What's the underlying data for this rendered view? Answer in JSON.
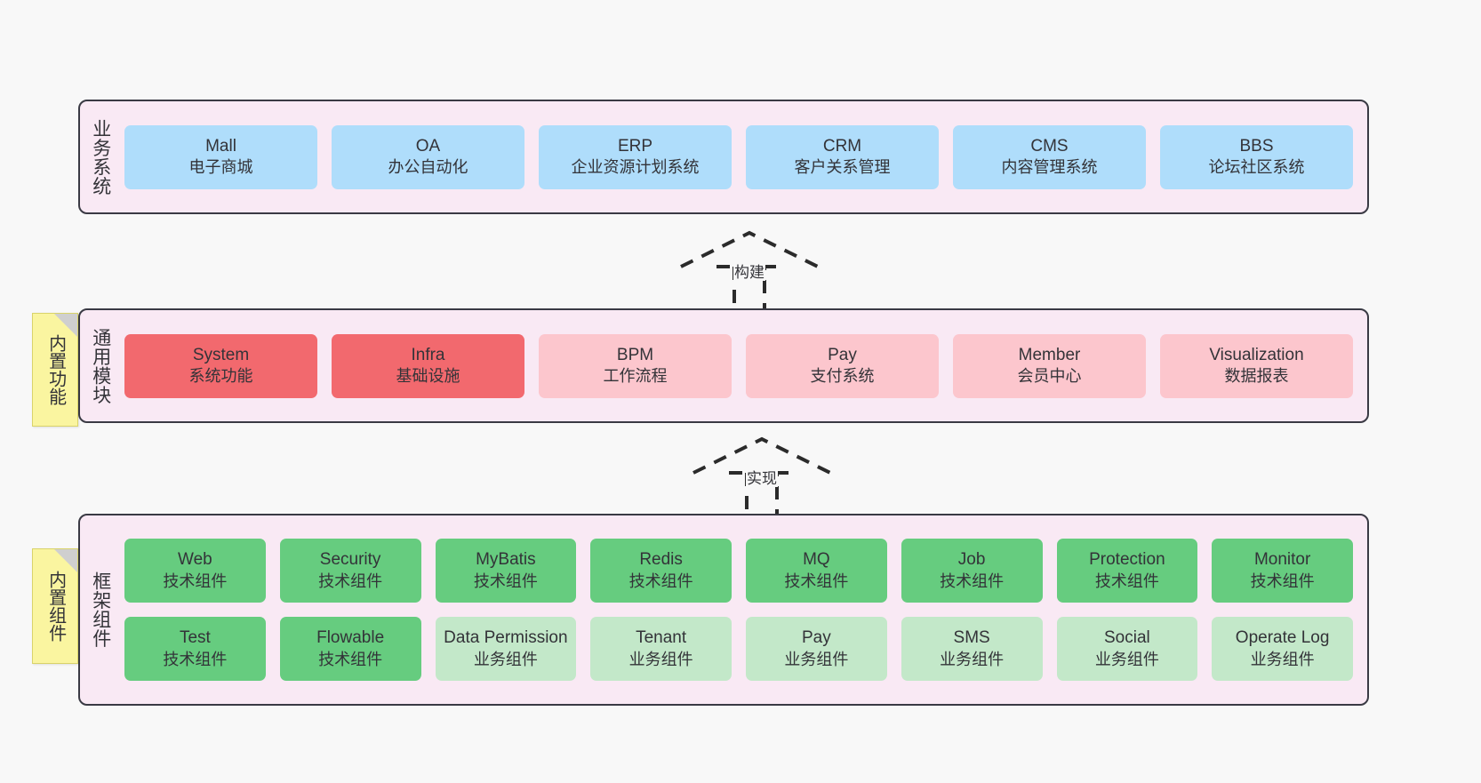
{
  "canvas": {
    "background": "#F8F8F8",
    "border_color": "#3A3A44",
    "panel_fill": "#F9E9F4"
  },
  "notes": [
    {
      "name": "builtin-function",
      "text": "内置功能",
      "color": "#FAF5A0"
    },
    {
      "name": "builtin-component",
      "text": "内置组件",
      "color": "#FAF5A0"
    }
  ],
  "connectors": [
    {
      "name": "build",
      "label": "构建",
      "style": "dashed-hollow-triangle-up"
    },
    {
      "name": "implement",
      "label": "实现",
      "style": "dashed-hollow-triangle-up"
    }
  ],
  "layers": [
    {
      "id": "business",
      "title": "业务系统",
      "color": "#AFDDFB",
      "rows": [
        [
          {
            "name": "Mall",
            "title": "Mall",
            "subtitle": "电子商城",
            "color": "#AFDDFB"
          },
          {
            "name": "OA",
            "title": "OA",
            "subtitle": "办公自动化",
            "color": "#AFDDFB"
          },
          {
            "name": "ERP",
            "title": "ERP",
            "subtitle": "企业资源计划系统",
            "color": "#AFDDFB"
          },
          {
            "name": "CRM",
            "title": "CRM",
            "subtitle": "客户关系管理",
            "color": "#AFDDFB"
          },
          {
            "name": "CMS",
            "title": "CMS",
            "subtitle": "内容管理系统",
            "color": "#AFDDFB"
          },
          {
            "name": "BBS",
            "title": "BBS",
            "subtitle": "论坛社区系统",
            "color": "#AFDDFB"
          }
        ]
      ]
    },
    {
      "id": "common",
      "title": "通用模块",
      "rows": [
        [
          {
            "name": "System",
            "title": "System",
            "subtitle": "系统功能",
            "color": "#F2696E"
          },
          {
            "name": "Infra",
            "title": "Infra",
            "subtitle": "基础设施",
            "color": "#F2696E"
          },
          {
            "name": "BPM",
            "title": "BPM",
            "subtitle": "工作流程",
            "color": "#FCC6CD"
          },
          {
            "name": "Pay",
            "title": "Pay",
            "subtitle": "支付系统",
            "color": "#FCC6CD"
          },
          {
            "name": "Member",
            "title": "Member",
            "subtitle": "会员中心",
            "color": "#FCC6CD"
          },
          {
            "name": "Visualization",
            "title": "Visualization",
            "subtitle": "数据报表",
            "color": "#FCC6CD"
          }
        ]
      ]
    },
    {
      "id": "framework",
      "title": "框架组件",
      "rows": [
        [
          {
            "name": "Web",
            "title": "Web",
            "subtitle": "技术组件",
            "color": "#66CC7F"
          },
          {
            "name": "Security",
            "title": "Security",
            "subtitle": "技术组件",
            "color": "#66CC7F"
          },
          {
            "name": "MyBatis",
            "title": "MyBatis",
            "subtitle": "技术组件",
            "color": "#66CC7F"
          },
          {
            "name": "Redis",
            "title": "Redis",
            "subtitle": "技术组件",
            "color": "#66CC7F"
          },
          {
            "name": "MQ",
            "title": "MQ",
            "subtitle": "技术组件",
            "color": "#66CC7F"
          },
          {
            "name": "Job",
            "title": "Job",
            "subtitle": "技术组件",
            "color": "#66CC7F"
          },
          {
            "name": "Protection",
            "title": "Protection",
            "subtitle": "技术组件",
            "color": "#66CC7F"
          },
          {
            "name": "Monitor",
            "title": "Monitor",
            "subtitle": "技术组件",
            "color": "#66CC7F"
          }
        ],
        [
          {
            "name": "Test",
            "title": "Test",
            "subtitle": "技术组件",
            "color": "#66CC7F"
          },
          {
            "name": "Flowable",
            "title": "Flowable",
            "subtitle": "技术组件",
            "color": "#66CC7F"
          },
          {
            "name": "Data Permission",
            "title": "Data Permission",
            "subtitle": "业务组件",
            "color": "#C3E8C9"
          },
          {
            "name": "Tenant",
            "title": "Tenant",
            "subtitle": "业务组件",
            "color": "#C3E8C9"
          },
          {
            "name": "Pay",
            "title": "Pay",
            "subtitle": "业务组件",
            "color": "#C3E8C9"
          },
          {
            "name": "SMS",
            "title": "SMS",
            "subtitle": "业务组件",
            "color": "#C3E8C9"
          },
          {
            "name": "Social",
            "title": "Social",
            "subtitle": "业务组件",
            "color": "#C3E8C9"
          },
          {
            "name": "Operate Log",
            "title": "Operate Log",
            "subtitle": "业务组件",
            "color": "#C3E8C9"
          }
        ]
      ]
    }
  ]
}
